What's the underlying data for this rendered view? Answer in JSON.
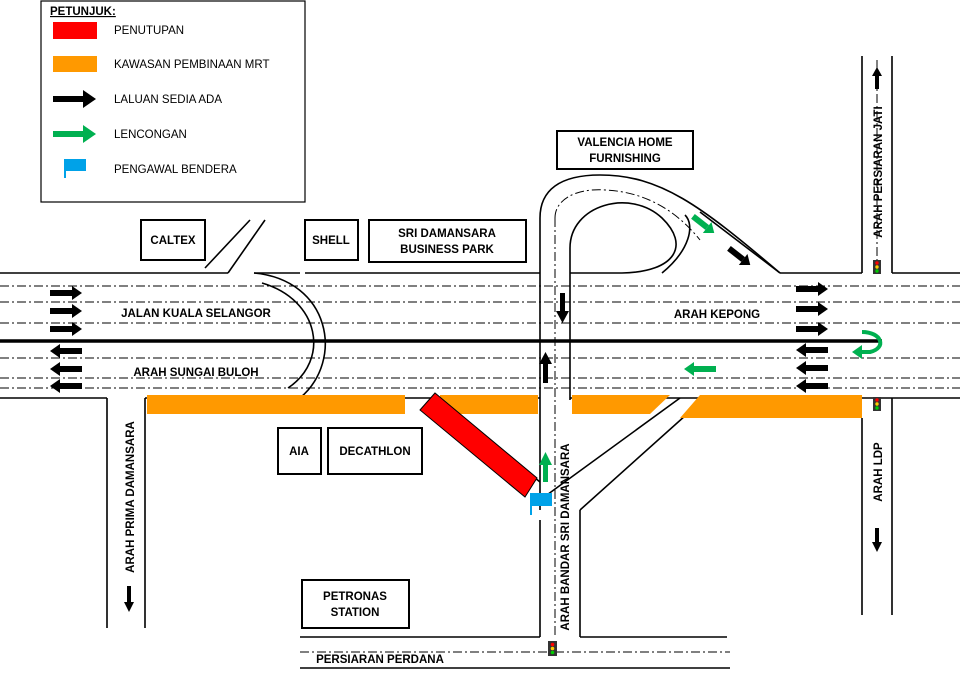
{
  "legend": {
    "title": "PETUNJUK:",
    "items": [
      {
        "label": "PENUTUPAN",
        "color": "#ff0000",
        "type": "rect"
      },
      {
        "label": "KAWASAN PEMBINAAN MRT",
        "color": "#ff9900",
        "type": "rect"
      },
      {
        "label": "LALUAN SEDIA ADA",
        "color": "#000000",
        "type": "arrow"
      },
      {
        "label": "LENCONGAN",
        "color": "#00b050",
        "type": "arrow"
      },
      {
        "label": "PENGAWAL BENDERA",
        "color": "#00a2e8",
        "type": "flag"
      }
    ]
  },
  "landmarks": {
    "caltex": "CALTEX",
    "shell": "SHELL",
    "sri_damansara_line1": "SRI DAMANSARA",
    "sri_damansara_line2": "BUSINESS  PARK",
    "valencia_line1": "VALENCIA HOME",
    "valencia_line2": "FURNISHING",
    "aia": "AIA",
    "decathlon": "DECATHLON",
    "petronas_line1": "PETRONAS",
    "petronas_line2": "STATION"
  },
  "roads": {
    "jalan_kuala_selangor": "JALAN KUALA SELANGOR",
    "arah_sungai_buloh": "ARAH SUNGAI BULOH",
    "arah_kepong": "ARAH KEPONG",
    "arah_persiaran_jati": "ARAH PERSIARAN JATI",
    "arah_ldp": "ARAH LDP",
    "arah_prima_damansara": "ARAH PRIMA DAMANSARA",
    "arah_bandar_sri_damansara": "ARAH BANDAR SRI DAMANSARA",
    "persiaran_perdana": "PERSIARAN  PERDANA"
  },
  "colors": {
    "closure": "#ff0000",
    "construction": "#ff9900",
    "existing_route": "#000000",
    "diversion": "#00b050",
    "flagman": "#00a2e8"
  }
}
